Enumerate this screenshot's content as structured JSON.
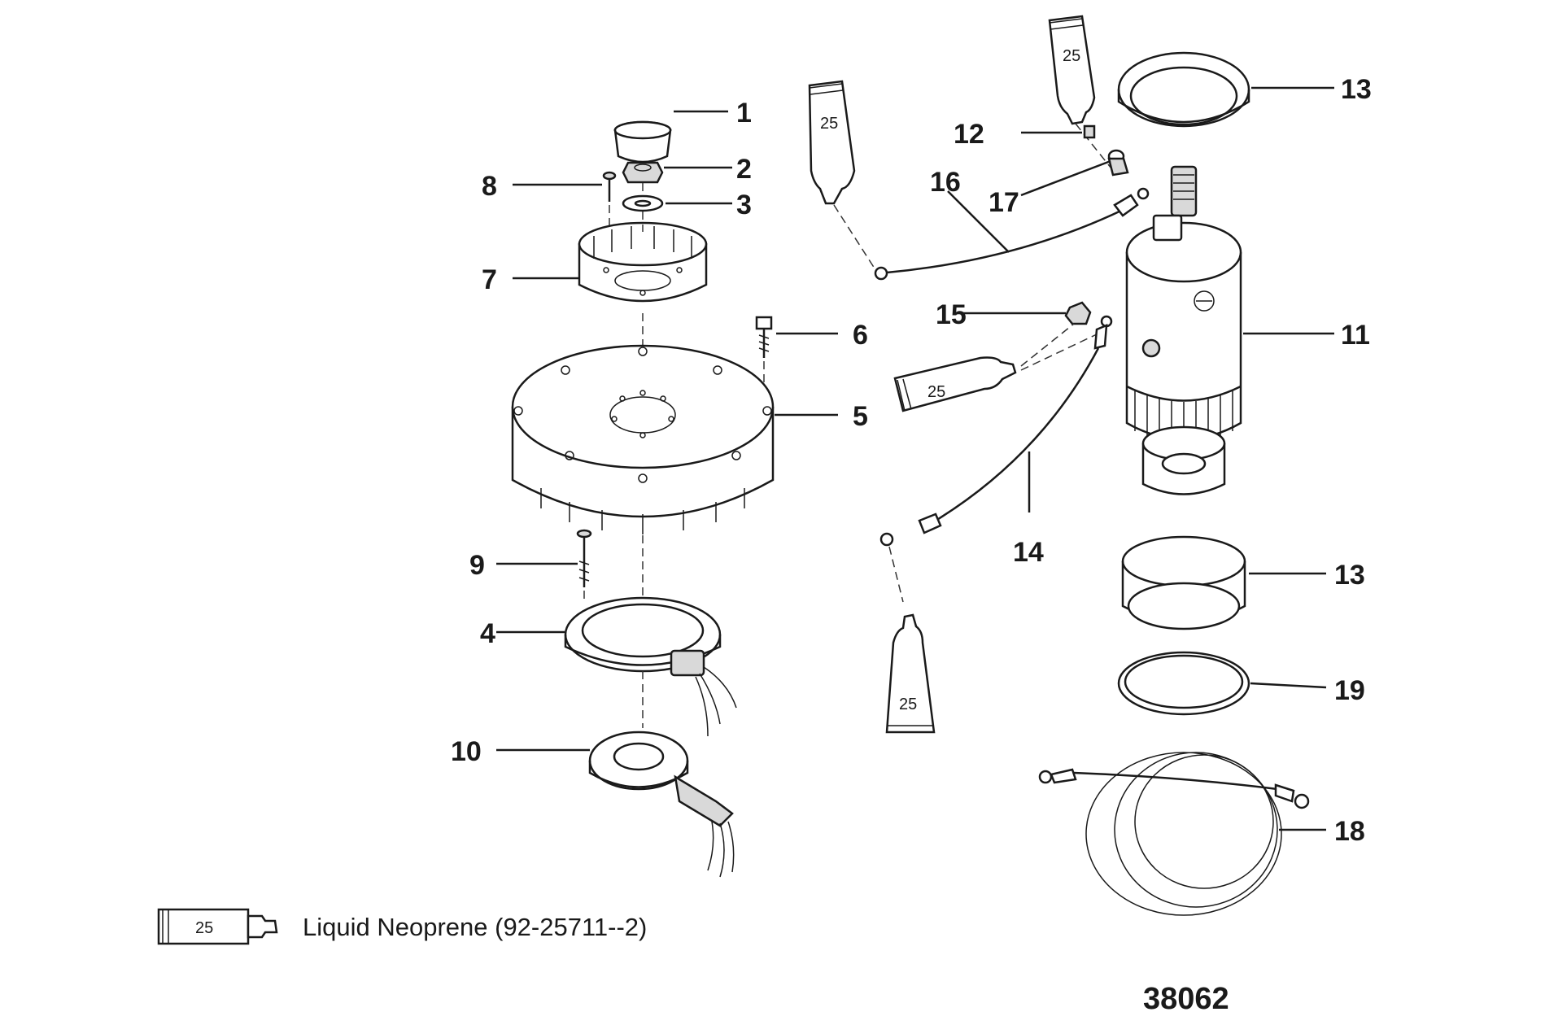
{
  "callouts": [
    "1",
    "2",
    "3",
    "4",
    "5",
    "6",
    "7",
    "8",
    "9",
    "10",
    "11",
    "12",
    "13",
    "13",
    "14",
    "15",
    "16",
    "17",
    "18",
    "19"
  ],
  "tube_label": "25",
  "legend": {
    "icon": "sealant-tube-icon",
    "text": "Liquid Neoprene (92-25711--2)"
  },
  "figure_number": "38062"
}
